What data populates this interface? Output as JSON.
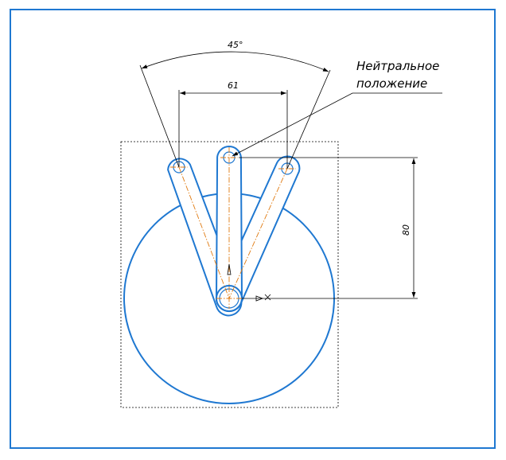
{
  "drawing": {
    "dimensions": {
      "angle": "45°",
      "width": "61",
      "height": "80"
    },
    "callout": {
      "line1": "Нейтральное",
      "line2": "положение"
    }
  }
}
